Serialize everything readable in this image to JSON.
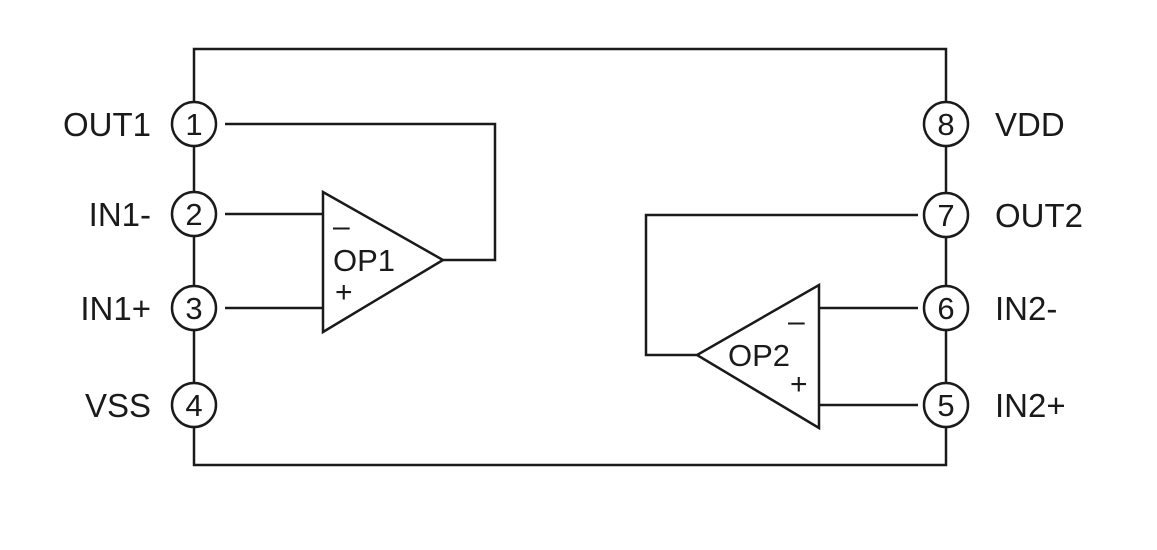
{
  "pins": {
    "p1": {
      "number": "1",
      "name": "OUT1"
    },
    "p2": {
      "number": "2",
      "name": "IN1-"
    },
    "p3": {
      "number": "3",
      "name": "IN1+"
    },
    "p4": {
      "number": "4",
      "name": "VSS"
    },
    "p5": {
      "number": "5",
      "name": "IN2+"
    },
    "p6": {
      "number": "6",
      "name": "IN2-"
    },
    "p7": {
      "number": "7",
      "name": "OUT2"
    },
    "p8": {
      "number": "8",
      "name": "VDD"
    }
  },
  "amplifiers": {
    "op1": {
      "label": "OP1",
      "minus": "–",
      "plus": "+"
    },
    "op2": {
      "label": "OP2",
      "minus": "–",
      "plus": "+"
    }
  },
  "colors": {
    "ink": "#1a1a1a",
    "background": "#ffffff"
  }
}
